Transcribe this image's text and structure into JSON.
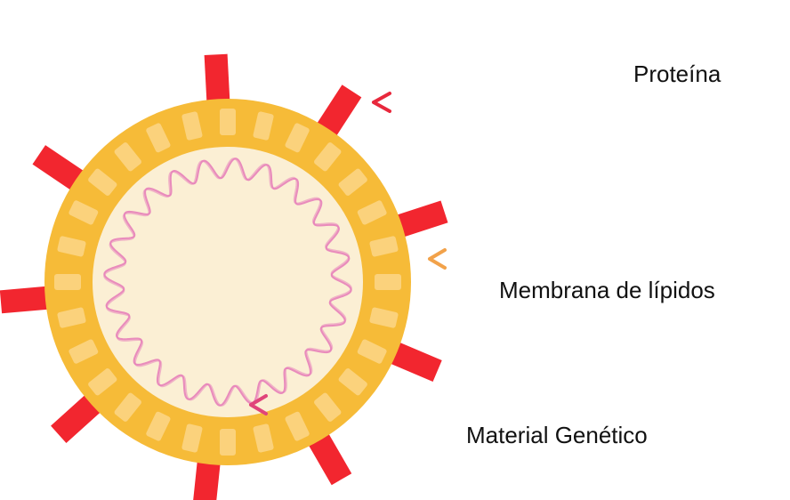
{
  "labels": {
    "protein": "Proteína",
    "lipid_membrane": "Membrana de lípidos",
    "genetic_material": "Material Genético"
  },
  "colors": {
    "background": "#ffffff",
    "spike": "#f2262f",
    "membrane_outer": "#f6bb38",
    "membrane_segment": "#fbd27c",
    "core": "#fbefd4",
    "genetic_material": "#e781b9",
    "arrow_protein": "#e8283c",
    "arrow_lipids": "#f2a24a",
    "arrow_genetic": "#e0457a",
    "arrow_tail": "#222222",
    "text": "#111111"
  }
}
